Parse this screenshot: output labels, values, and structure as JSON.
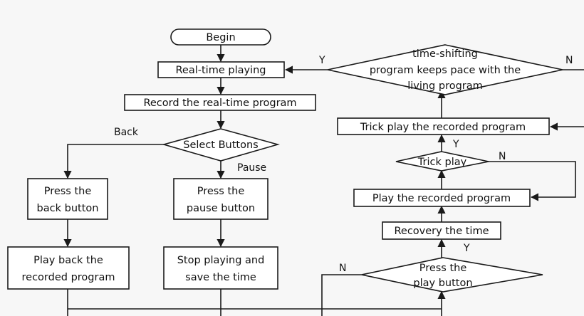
{
  "nodes": {
    "begin": "Begin",
    "realtime": "Real-time playing",
    "record": "Record the real-time program",
    "select": "Select Buttons",
    "press_back": [
      "Press the",
      "back button"
    ],
    "press_pause": [
      "Press the",
      "pause button"
    ],
    "play_back": [
      "Play back the",
      "recorded program"
    ],
    "stop": [
      "Stop playing and",
      "save the time"
    ],
    "press_play": [
      "Press the",
      "play button"
    ],
    "recovery": "Recovery the time",
    "play_recorded": "Play the recorded program",
    "trick": "Trick play",
    "trick_play_recorded": "Trick play the recorded program",
    "timeshift": [
      "time-shifting",
      "program keeps pace with the",
      "living program"
    ]
  },
  "edge_labels": {
    "back": "Back",
    "pause": "Pause",
    "y": "Y",
    "n": "N"
  }
}
